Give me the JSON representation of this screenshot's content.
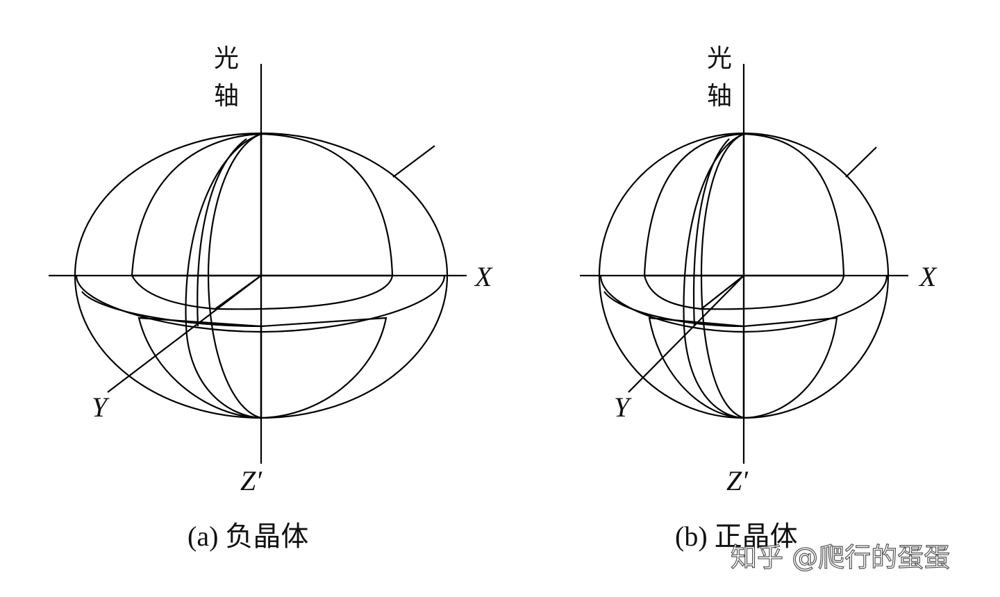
{
  "panels": [
    {
      "id": "a",
      "axis_label_optic": [
        "光",
        "轴"
      ],
      "axis_label_x": "X",
      "axis_label_y": "Y",
      "axis_label_z": "Z′",
      "caption": "(a) 负晶体"
    },
    {
      "id": "b",
      "axis_label_optic": [
        "光",
        "轴"
      ],
      "axis_label_x": "X",
      "axis_label_y": "Y",
      "axis_label_z": "Z′",
      "caption": "(b) 正晶体"
    }
  ],
  "watermark": "知乎 @爬行的蛋蛋"
}
